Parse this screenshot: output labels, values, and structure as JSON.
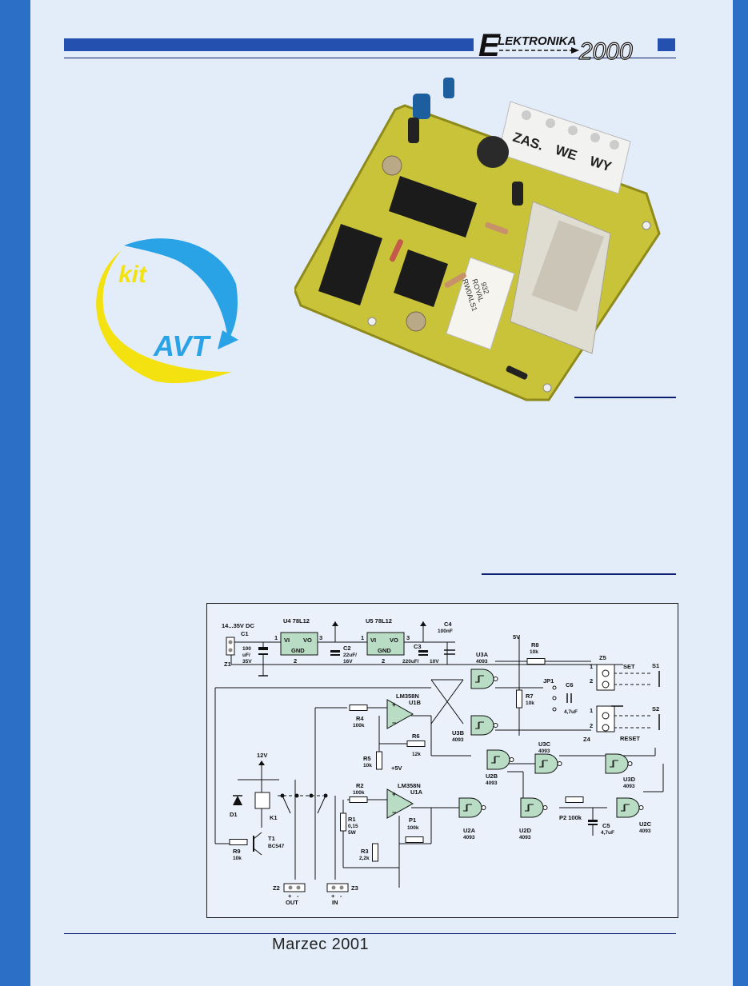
{
  "brand": {
    "initial": "E",
    "name": "LEKTRONIKA",
    "year": "2000"
  },
  "logo": {
    "top": "kit",
    "bottom": "AVT"
  },
  "photo": {
    "terminal_labels": [
      "ZAS.",
      "WE",
      "WY"
    ],
    "resistor_text": [
      "ROYAL",
      "RW0ALS1",
      "932"
    ]
  },
  "schematic": {
    "supply": "14...35V DC",
    "reg1": "U4 78L12",
    "reg2": "U5 78L12",
    "reg_vi": "VI",
    "reg_vo": "VO",
    "reg_gnd": "GND",
    "c1": [
      "C1",
      "100",
      "uF/",
      "35V"
    ],
    "c2": [
      "C2",
      "22uF/",
      "16V"
    ],
    "c3": [
      "C3",
      "220uF/",
      "10V"
    ],
    "c4": [
      "C4",
      "100nF"
    ],
    "z1": "Z1",
    "v5_top": "5V",
    "r8": [
      "R8",
      "10k"
    ],
    "r7": [
      "R7",
      "10k"
    ],
    "jp1": "JP1",
    "c6": [
      "C6",
      "4,7uF"
    ],
    "z5": "Z5",
    "z4": "Z4",
    "set": "SET",
    "reset": "RESET",
    "s1": "S1",
    "s2": "S2",
    "u3a": [
      "U3A",
      "4093"
    ],
    "u3b": [
      "U3B",
      "4093"
    ],
    "u3c": [
      "U3C",
      "4093"
    ],
    "u3d": [
      "U3D",
      "4093"
    ],
    "u2a": [
      "U2A",
      "4093"
    ],
    "u2b": [
      "U2B",
      "4093"
    ],
    "u2c": [
      "U2C",
      "4093"
    ],
    "u2d": [
      "U2D",
      "4093"
    ],
    "u1b": [
      "LM358N",
      "U1B"
    ],
    "u1a": [
      "LM358N",
      "U1A"
    ],
    "r4": [
      "R4",
      "100k"
    ],
    "r5": [
      "R5",
      "10k"
    ],
    "r6": [
      "R6",
      "12k"
    ],
    "r2": [
      "R2",
      "100k"
    ],
    "r1": [
      "R1",
      "0,15",
      "5W"
    ],
    "r3": [
      "R3",
      "2,2k"
    ],
    "p1": [
      "P1",
      "100k"
    ],
    "p2": "P2 100k",
    "c5": [
      "C5",
      "4,7uF"
    ],
    "v12": "12V",
    "v5_mid": "+5V",
    "d1": "D1",
    "k1": "K1",
    "t1": [
      "T1",
      "BC547"
    ],
    "r9": [
      "R9",
      "10k"
    ],
    "z2": [
      "Z2",
      "OUT"
    ],
    "z3": [
      "Z3",
      "IN"
    ],
    "plus": "+",
    "minus": "-"
  },
  "footer": {
    "date": "Marzec 2001"
  },
  "colors": {
    "frame": "#2b6fc6",
    "page": "#e3ecf9",
    "bar": "#2450b0",
    "kit_yellow": "#f3e20f",
    "kit_blue": "#2aa3e6",
    "gate_fill": "#b9dcc5"
  }
}
